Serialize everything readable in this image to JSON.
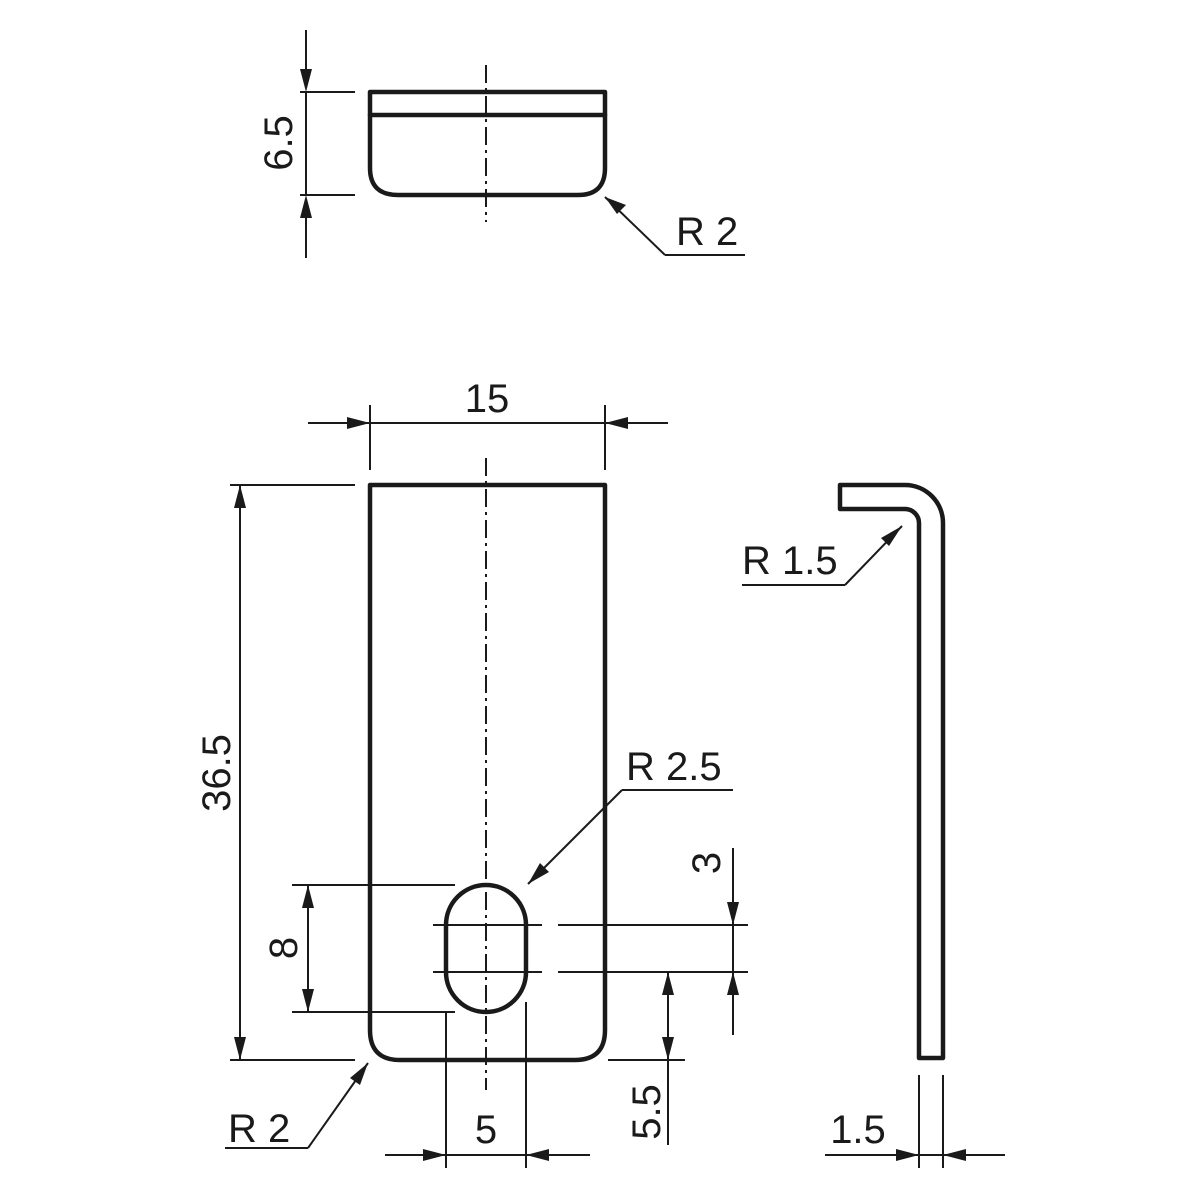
{
  "labels": {
    "top_height": "6.5",
    "top_radius": "R 2",
    "width": "15",
    "height": "36.5",
    "bend_radius": "R 1.5",
    "slot_radius": "R 2.5",
    "slot_length": "8",
    "slot_gap": "3",
    "bottom_radius": "R 2",
    "slot_width": "5",
    "slot_offset": "5.5",
    "thickness": "1.5"
  }
}
